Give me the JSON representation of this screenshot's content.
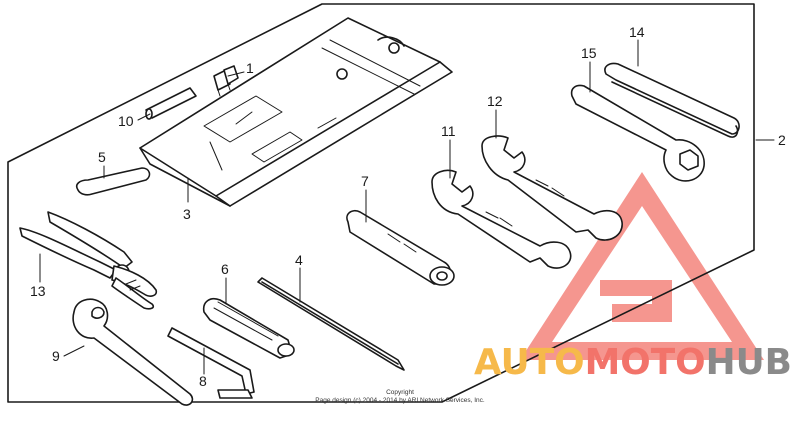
{
  "callouts": [
    "1",
    "2",
    "3",
    "4",
    "5",
    "6",
    "7",
    "8",
    "9",
    "10",
    "11",
    "12",
    "13",
    "14",
    "15"
  ],
  "copyright": {
    "line1": "Copyright",
    "line2": "Page design (c) 2004 - 2014 by ARI Network Services, Inc."
  },
  "watermark": {
    "part1": "AUTO",
    "part2": "MOTO",
    "part3": "HUB",
    "colors": {
      "auto": "#f6b94a",
      "moto": "#f2736a",
      "hub": "#8a8a8a",
      "triangle": "#f2736a"
    }
  },
  "parts": [
    {
      "callout": "1",
      "name": "fuse"
    },
    {
      "callout": "2",
      "name": "tool-kit-assembly"
    },
    {
      "callout": "3",
      "name": "tool-bag"
    },
    {
      "callout": "4",
      "name": "screwdriver"
    },
    {
      "callout": "5",
      "name": "screwdriver-grip"
    },
    {
      "callout": "6",
      "name": "screwdriver-handle"
    },
    {
      "callout": "7",
      "name": "plug-wrench"
    },
    {
      "callout": "8",
      "name": "hex-wrench"
    },
    {
      "callout": "9",
      "name": "pin-spanner"
    },
    {
      "callout": "10",
      "name": "pin-bar"
    },
    {
      "callout": "11",
      "name": "open-end-wrench-small"
    },
    {
      "callout": "12",
      "name": "open-end-wrench-large"
    },
    {
      "callout": "13",
      "name": "pliers"
    },
    {
      "callout": "14",
      "name": "extension-bar"
    },
    {
      "callout": "15",
      "name": "box-wrench"
    }
  ]
}
